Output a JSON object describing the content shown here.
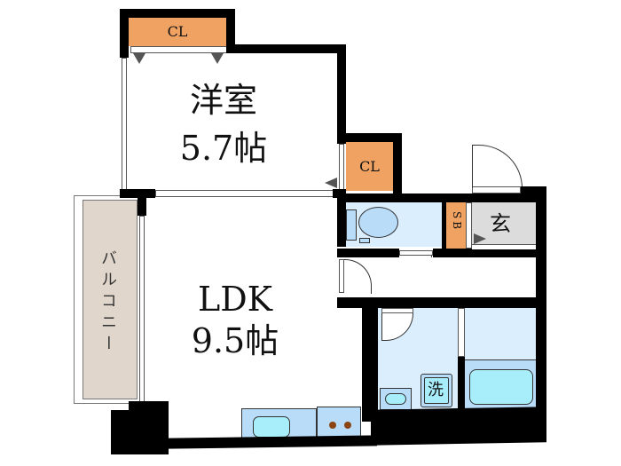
{
  "floorplan": {
    "rooms": {
      "western_room": {
        "name": "洋室",
        "size": "5.7帖"
      },
      "ldk": {
        "name": "LDK",
        "size": "9.5帖"
      },
      "balcony": {
        "name": "バルコニー"
      },
      "entrance": {
        "name": "玄"
      },
      "closet_western": {
        "name": "CL"
      },
      "closet_hall": {
        "name": "CL"
      },
      "shoe_box": {
        "name": "SB"
      },
      "washer": {
        "name": "洗"
      }
    },
    "colors": {
      "wall": "#000000",
      "closet": "#f0a263",
      "wet_area": "#dbeefe",
      "fixture": "#b9dcf8",
      "basin": "#a8eefa",
      "entrance": "#dcdcdc",
      "balcony": "#e0d6cc",
      "burner": "#8b4513"
    }
  }
}
